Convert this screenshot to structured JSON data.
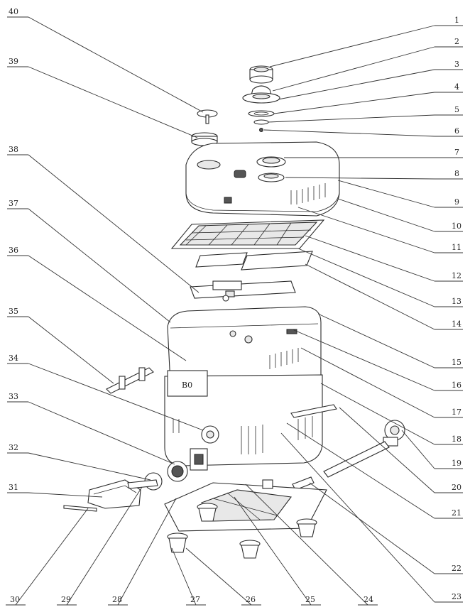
{
  "diagram": {
    "callouts": [
      {
        "number": "1"
      },
      {
        "number": "2"
      },
      {
        "number": "3"
      },
      {
        "number": "4"
      },
      {
        "number": "5"
      },
      {
        "number": "6"
      },
      {
        "number": "7"
      },
      {
        "number": "8"
      },
      {
        "number": "9"
      },
      {
        "number": "10"
      },
      {
        "number": "11"
      },
      {
        "number": "12"
      },
      {
        "number": "13"
      },
      {
        "number": "14"
      },
      {
        "number": "15"
      },
      {
        "number": "16"
      },
      {
        "number": "17"
      },
      {
        "number": "18"
      },
      {
        "number": "19"
      },
      {
        "number": "20"
      },
      {
        "number": "21"
      },
      {
        "number": "22"
      },
      {
        "number": "23"
      },
      {
        "number": "24"
      },
      {
        "number": "25"
      },
      {
        "number": "26"
      },
      {
        "number": "27"
      },
      {
        "number": "28"
      },
      {
        "number": "29"
      },
      {
        "number": "30"
      },
      {
        "number": "31"
      },
      {
        "number": "32"
      },
      {
        "number": "33"
      },
      {
        "number": "34"
      },
      {
        "number": "35"
      },
      {
        "number": "36"
      },
      {
        "number": "37"
      },
      {
        "number": "38"
      },
      {
        "number": "39"
      },
      {
        "number": "40"
      }
    ],
    "body_marking": "B0"
  }
}
